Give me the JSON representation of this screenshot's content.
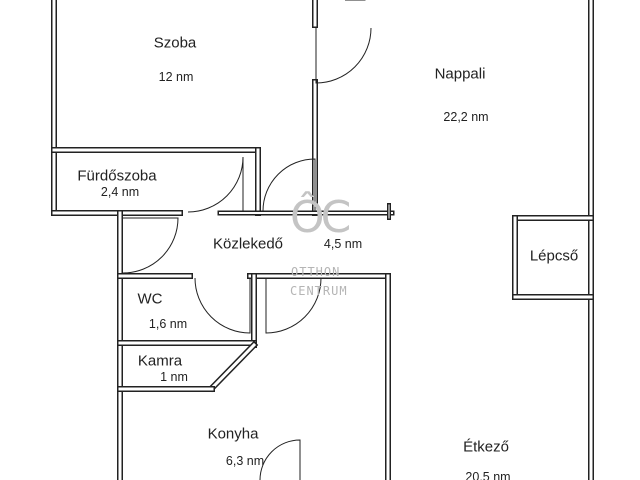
{
  "rooms": [
    {
      "name": "Szoba",
      "area": "12 nm"
    },
    {
      "name": "Nappali",
      "area": "22,2 nm"
    },
    {
      "name": "Fürdőszoba",
      "area": "2,4 nm"
    },
    {
      "name": "Közlekedő",
      "area": "4,5 nm"
    },
    {
      "name": "Lépcső"
    },
    {
      "name": "WC",
      "area": "1,6 nm"
    },
    {
      "name": "Kamra",
      "area": "1 nm"
    },
    {
      "name": "Konyha",
      "area": "6,3 nm"
    },
    {
      "name": "Étkező",
      "area": "20,5 nm"
    }
  ],
  "watermark": {
    "logo": "ÔC",
    "line1": "OTTHON",
    "line2": "CENTRUM"
  },
  "colors": {
    "wall": "#222222",
    "watermark": "#b5b5b5"
  }
}
